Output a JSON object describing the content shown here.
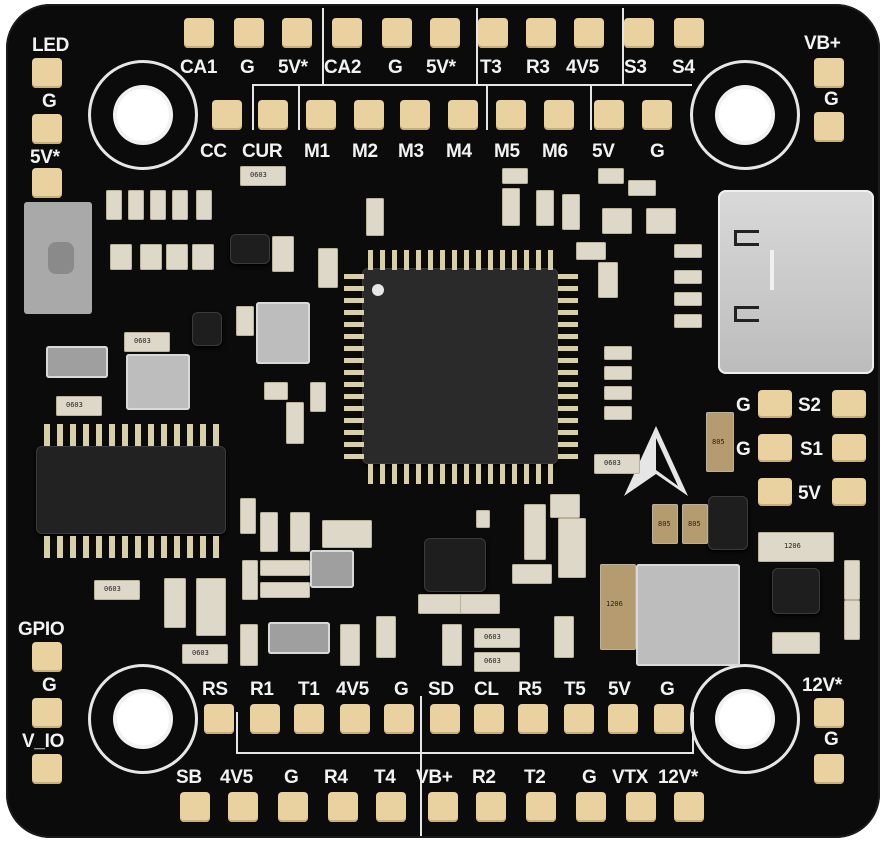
{
  "board": {
    "top_row_1": [
      "CA1",
      "G",
      "5V*",
      "CA2",
      "G",
      "5V*",
      "T3",
      "R3",
      "4V5",
      "S3",
      "S4"
    ],
    "top_row_2": [
      "CC",
      "CUR",
      "M1",
      "M2",
      "M3",
      "M4",
      "M5",
      "M6",
      "5V",
      "G"
    ],
    "left_top": [
      "LED",
      "G",
      "5V*"
    ],
    "left_bottom": [
      "GPIO",
      "G",
      "V_IO"
    ],
    "right_top": [
      "VB+",
      "G"
    ],
    "right_mid": [
      {
        "left": "G",
        "right": "S2"
      },
      {
        "left": "G",
        "right": "S1"
      },
      {
        "left": "",
        "right": "5V"
      }
    ],
    "right_bottom": [
      "12V*",
      "G"
    ],
    "bottom_row_1": [
      "RS",
      "R1",
      "T1",
      "4V5",
      "G",
      "SD",
      "CL",
      "R5",
      "T5",
      "5V",
      "G"
    ],
    "bottom_row_2": [
      "SB",
      "4V5",
      "G",
      "R4",
      "T4",
      "VB+",
      "R2",
      "T2",
      "G",
      "VTX",
      "12V*"
    ],
    "component_marks": {
      "r0603": "0603",
      "r1206": "1206",
      "r805": "805"
    }
  },
  "colors": {
    "pcb": "#0b0b0b",
    "pad": "#e9d2a0",
    "silk": "#f2f2f2"
  }
}
